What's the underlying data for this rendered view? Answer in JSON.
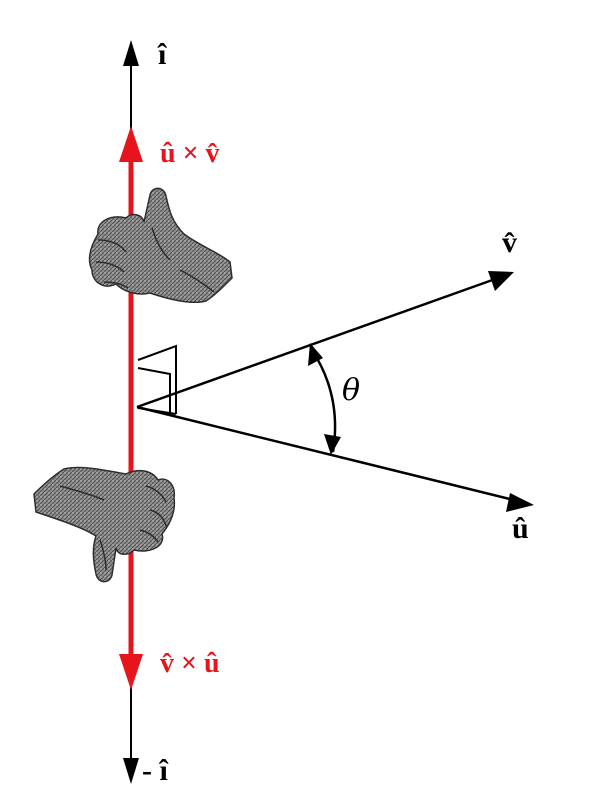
{
  "labels": {
    "i_top": "î",
    "u_cross_v": "û × v̂",
    "v_vec": "v̂",
    "u_vec": "û",
    "theta": "θ",
    "v_cross_u": "v̂ × û",
    "minus_i": "- î"
  },
  "colors": {
    "axis": "#000000",
    "cross_product": "#e8141b",
    "hand": "#6e6e6e"
  },
  "icons": {
    "thumb_up": "thumbs-up-hand-icon",
    "thumb_down": "thumbs-down-hand-icon"
  }
}
